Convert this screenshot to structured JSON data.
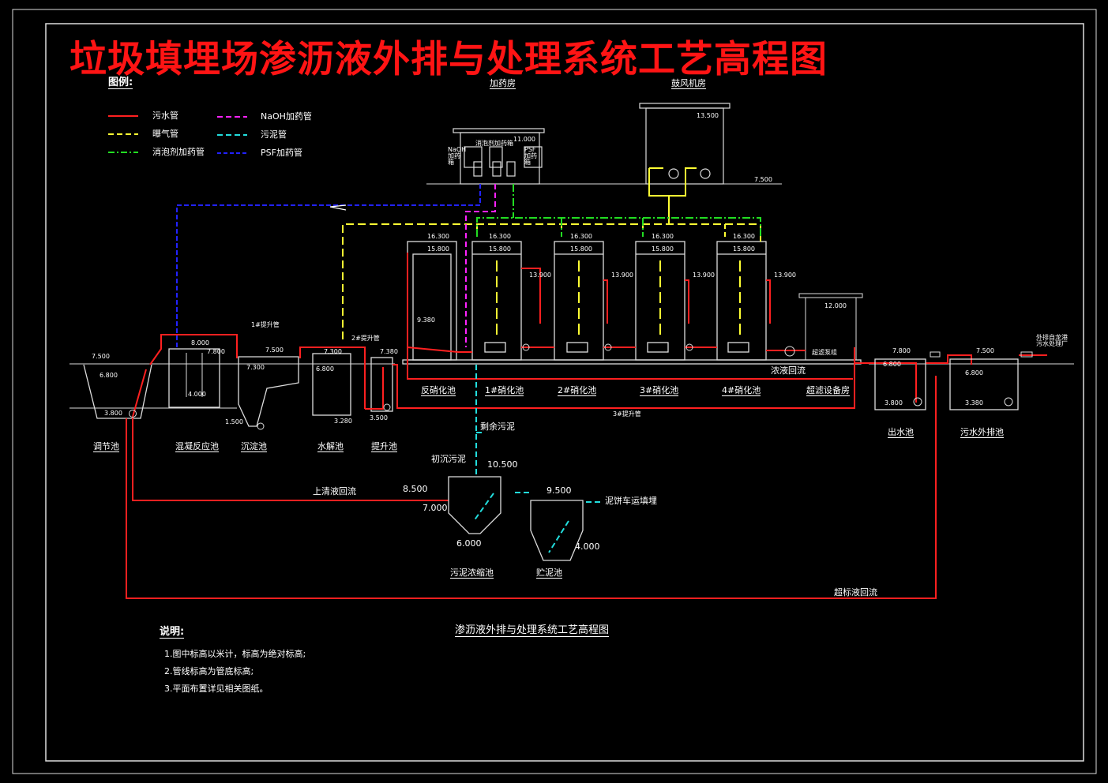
{
  "title": "垃圾填埋场渗沥液外排与处理系统工艺高程图",
  "legend": {
    "heading": "图例:",
    "items": [
      {
        "label": "污水管",
        "color": "#ff2020"
      },
      {
        "label": "曝气管",
        "color": "#ffff33"
      },
      {
        "label": "消泡剂加药管",
        "color": "#22dd22"
      },
      {
        "label": "NaOH加药管",
        "color": "#ff22ff"
      },
      {
        "label": "污泥管",
        "color": "#22dddd"
      },
      {
        "label": "PSF加药管",
        "color": "#2222ff"
      }
    ]
  },
  "buildings": {
    "dosing_room": "加药房",
    "blower_room": "鼓风机房",
    "dosing_elev": "11.000",
    "blower_elev": "13.500",
    "ground_elev": "7.500",
    "tanks_in_room": [
      "NaOH加药箱",
      "消泡剂加药箱",
      "PSF加药箱"
    ]
  },
  "units": [
    {
      "name": "调节池",
      "elevs": [
        "7.500",
        "6.800",
        "3.800"
      ]
    },
    {
      "name": "混凝反应池",
      "elevs": [
        "8.000",
        "7.800",
        "4.000"
      ]
    },
    {
      "name": "沉淀池",
      "elevs": [
        "7.500",
        "7.300",
        "1.500"
      ]
    },
    {
      "name": "水解池",
      "elevs": [
        "7.300",
        "6.800",
        "3.280"
      ]
    },
    {
      "name": "提升池",
      "elevs": [
        "7.380",
        "3.500"
      ]
    },
    {
      "name": "反硝化池",
      "elevs": [
        "16.300",
        "15.800",
        "9.380"
      ]
    },
    {
      "name": "1#硝化池",
      "elevs": [
        "16.300",
        "15.800",
        "13.900"
      ]
    },
    {
      "name": "2#硝化池",
      "elevs": [
        "16.300",
        "15.800",
        "13.900"
      ]
    },
    {
      "name": "3#硝化池",
      "elevs": [
        "16.300",
        "15.800",
        "13.900"
      ]
    },
    {
      "name": "4#硝化池",
      "elevs": [
        "16.300",
        "15.800",
        "13.900"
      ]
    },
    {
      "name": "超滤设备房",
      "elevs": [
        "12.000"
      ]
    },
    {
      "name": "出水池",
      "elevs": [
        "7.800",
        "6.800",
        "3.800"
      ]
    },
    {
      "name": "污水外排池",
      "elevs": [
        "7.500",
        "6.800",
        "3.380"
      ]
    }
  ],
  "flow_labels": {
    "pump1": "1#提升管",
    "pump2": "2#提升管",
    "pump3": "3#提升管",
    "concentrate_return": "浓液回流",
    "uf_pump": "超滤泵组",
    "excess_sludge": "剩余污泥",
    "primary_sludge": "初沉污泥",
    "supernatant_return": "上清液回流",
    "overlimit_return": "超标液回流",
    "to_plant": "外排自龙港 污水处理厂",
    "to_landfill": "泥饼车运填埋"
  },
  "sludge": {
    "thickener": "污泥浓缩池",
    "storage": "贮泥池",
    "elev_a": "10.500",
    "elev_b": "8.500",
    "elev_c": "7.000",
    "elev_d": "6.000",
    "elev_e": "9.500",
    "elev_f": "4.000"
  },
  "subtitle": "渗沥液外排与处理系统工艺高程图",
  "notes": {
    "heading": "说明:",
    "lines": [
      "1.图中标高以米计，标高为绝对标高;",
      "2.管线标高为管底标高;",
      "3.平面布置详见相关图纸。"
    ]
  }
}
